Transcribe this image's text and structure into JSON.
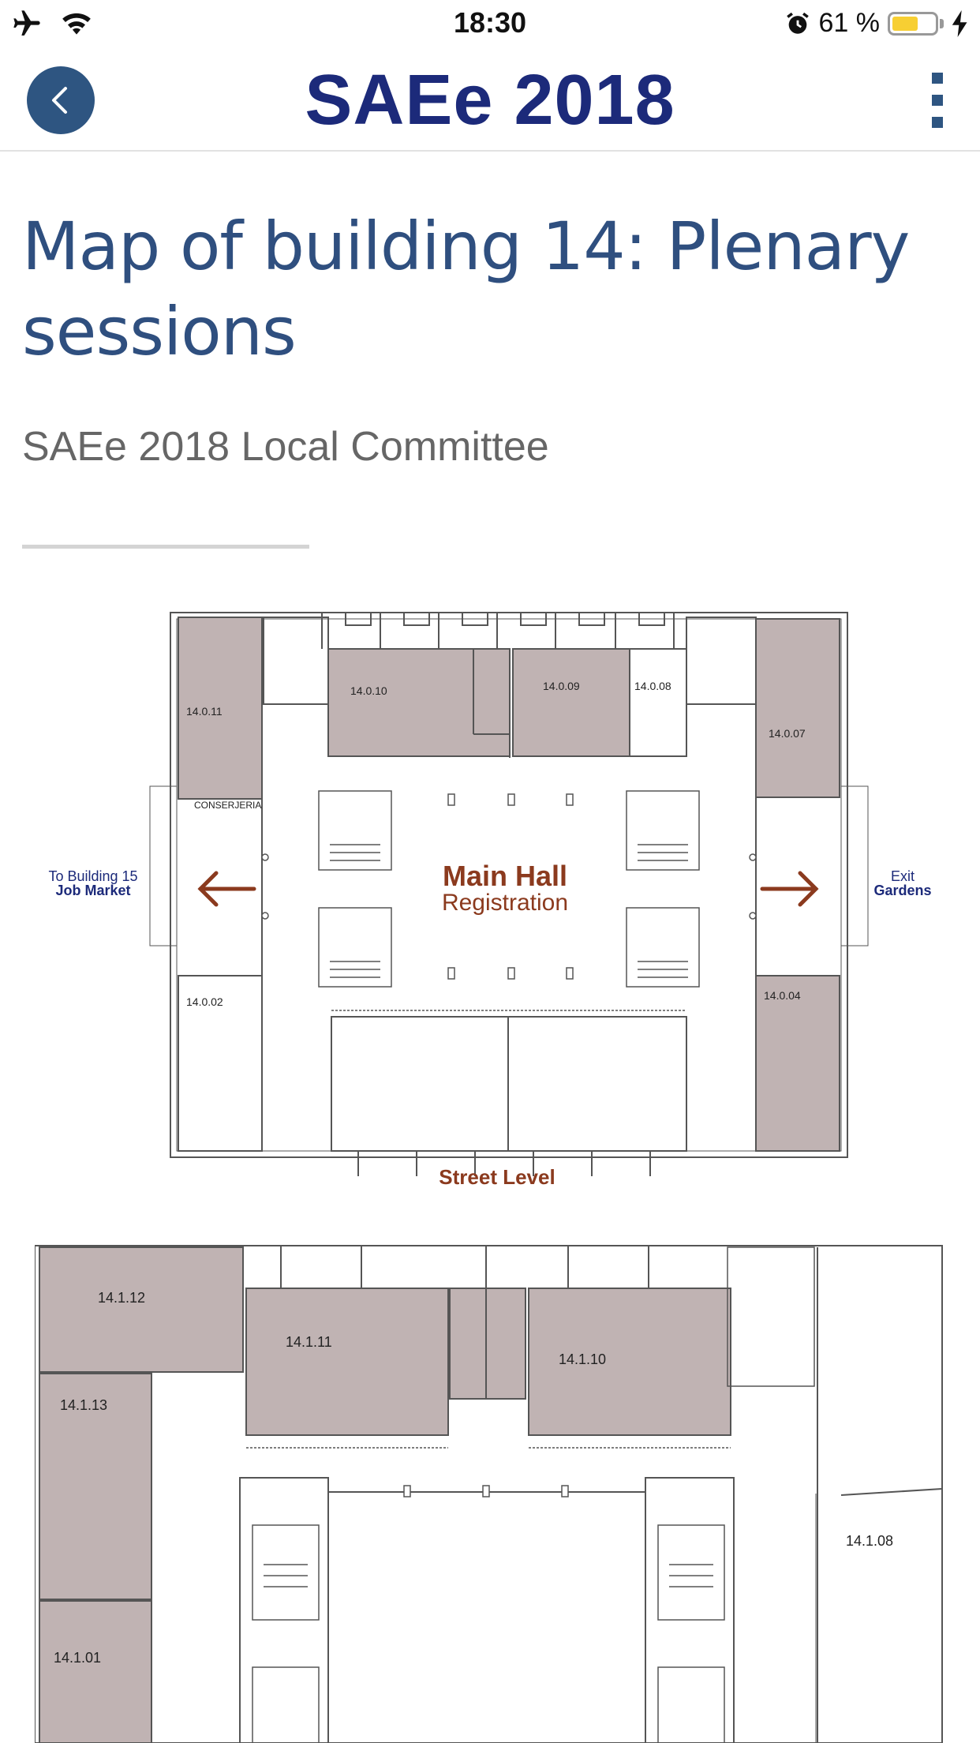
{
  "status_bar": {
    "time": "18:30",
    "battery_percent": "61 %",
    "battery_level": 0.61,
    "icons": [
      "airplane-icon",
      "wifi-icon",
      "alarm-icon",
      "battery-icon",
      "charging-icon"
    ]
  },
  "app_bar": {
    "title": "SAEe 2018",
    "back_icon": "chevron-left-icon",
    "menu_icon": "more-vertical-icon"
  },
  "article": {
    "title": "Map of building 14: Plenary sessions",
    "author": "SAEe 2018 Local Committee"
  },
  "map_street_level": {
    "rooms": {
      "r14011": "14.0.11",
      "r14010": "14.0.10",
      "r14009": "14.0.09",
      "r14008": "14.0.08",
      "r14007": "14.0.07",
      "r14002": "14.0.02",
      "r14004": "14.0.04"
    },
    "conserjeria": "CONSERJERIA",
    "main_hall": "Main Hall",
    "registration": "Registration",
    "left_to": "To Building 15",
    "left_dest": "Job Market",
    "right_exit": "Exit",
    "right_dest": "Gardens",
    "floor_label": "Street Level",
    "room_fill": "#c0b3b3",
    "accent": "#8b3a1e"
  },
  "map_first_floor": {
    "rooms": {
      "r14112": "14.1.12",
      "r14111": "14.1.11",
      "r14110": "14.1.10",
      "r14113": "14.1.13",
      "r14101": "14.1.01",
      "r14108": "14.1.08"
    }
  }
}
